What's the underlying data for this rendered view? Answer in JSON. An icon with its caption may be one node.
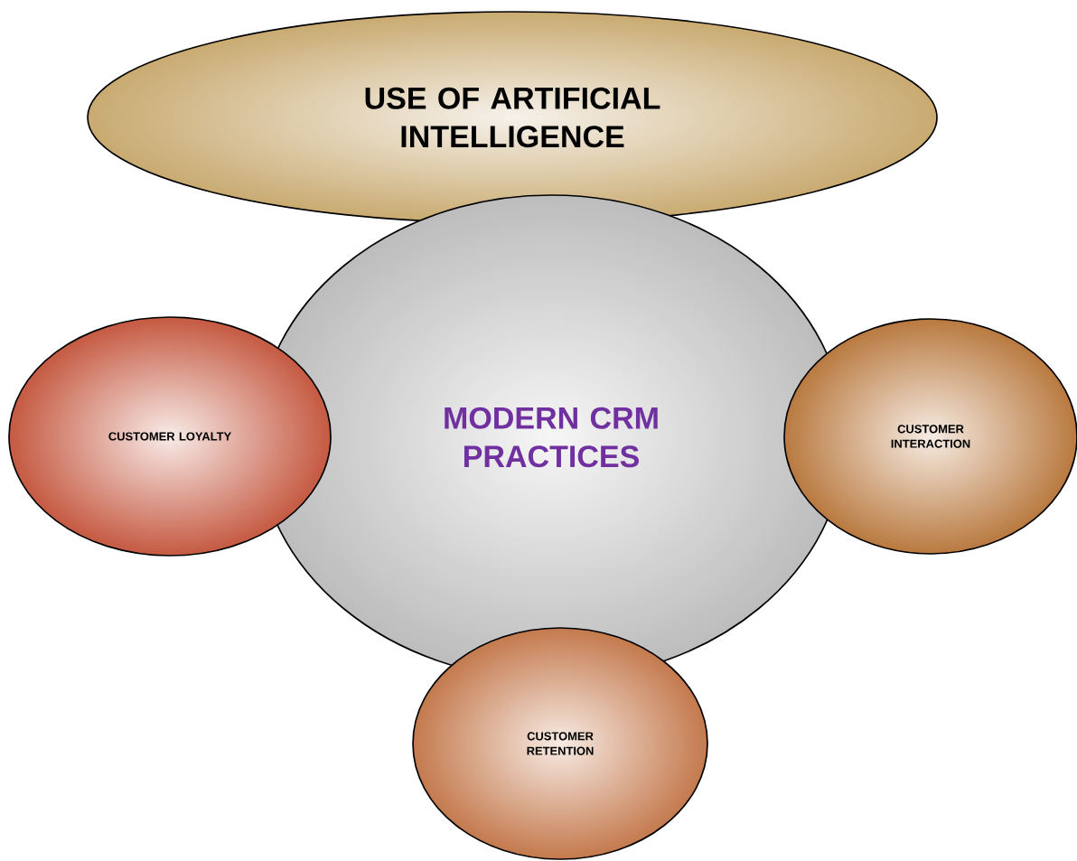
{
  "diagram": {
    "nodes": [
      {
        "text": [
          "USE OF ARTIFICIAL INTELLIGENCE"
        ]
      },
      {
        "text": [
          "MODERN CRM PRACTICES"
        ]
      },
      {
        "text": [
          "CUSTOMER LOYALTY"
        ]
      },
      {
        "text": [
          "CUSTOMER INTERACTION"
        ]
      },
      {
        "text": [
          "CUSTOMER RETENTION"
        ]
      }
    ]
  }
}
